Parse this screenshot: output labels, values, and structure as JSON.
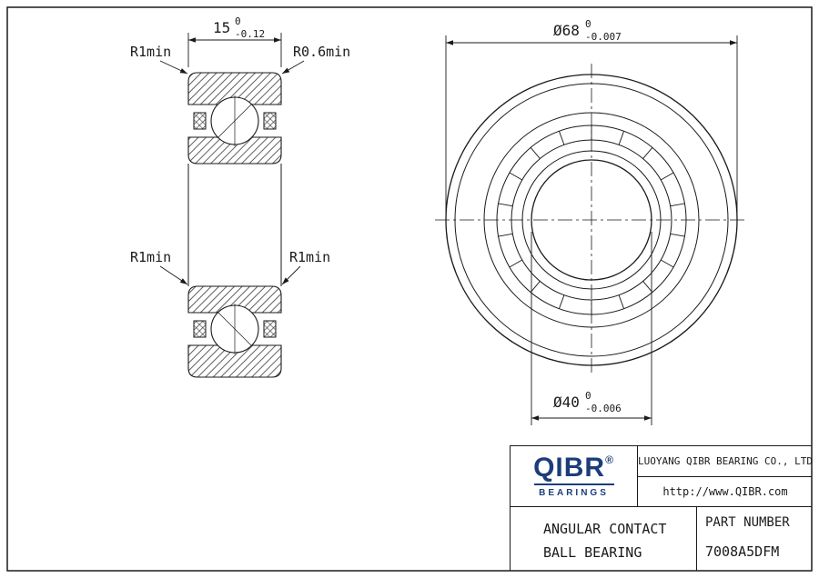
{
  "colors": {
    "line": "#1a1a1a",
    "logo_blue": "#1c3d7a"
  },
  "section_view": {
    "dim_width": {
      "value": "15",
      "tol_top": "0",
      "tol_bottom": "-0.12"
    },
    "label_r1_top_left": "R1min",
    "label_r06_top_right": "R0.6min",
    "label_r1_bottom_left": "R1min",
    "label_r1_bottom_right": "R1min"
  },
  "front_view": {
    "dim_outer": {
      "value": "Ø68",
      "tol_top": "0",
      "tol_bottom": "-0.007"
    },
    "dim_bore": {
      "value": "Ø40",
      "tol_top": "0",
      "tol_bottom": "-0.006"
    }
  },
  "title_block": {
    "logo_text": "QIBR",
    "logo_reg": "®",
    "logo_sub": "BEARINGS",
    "company": "LUOYANG QIBR BEARING CO., LTD",
    "website": "http://www.QIBR.com",
    "product_line1": "ANGULAR CONTACT",
    "product_line2": "BALL BEARING",
    "part_number_label": "PART NUMBER",
    "part_number": "7008A5DFM"
  }
}
